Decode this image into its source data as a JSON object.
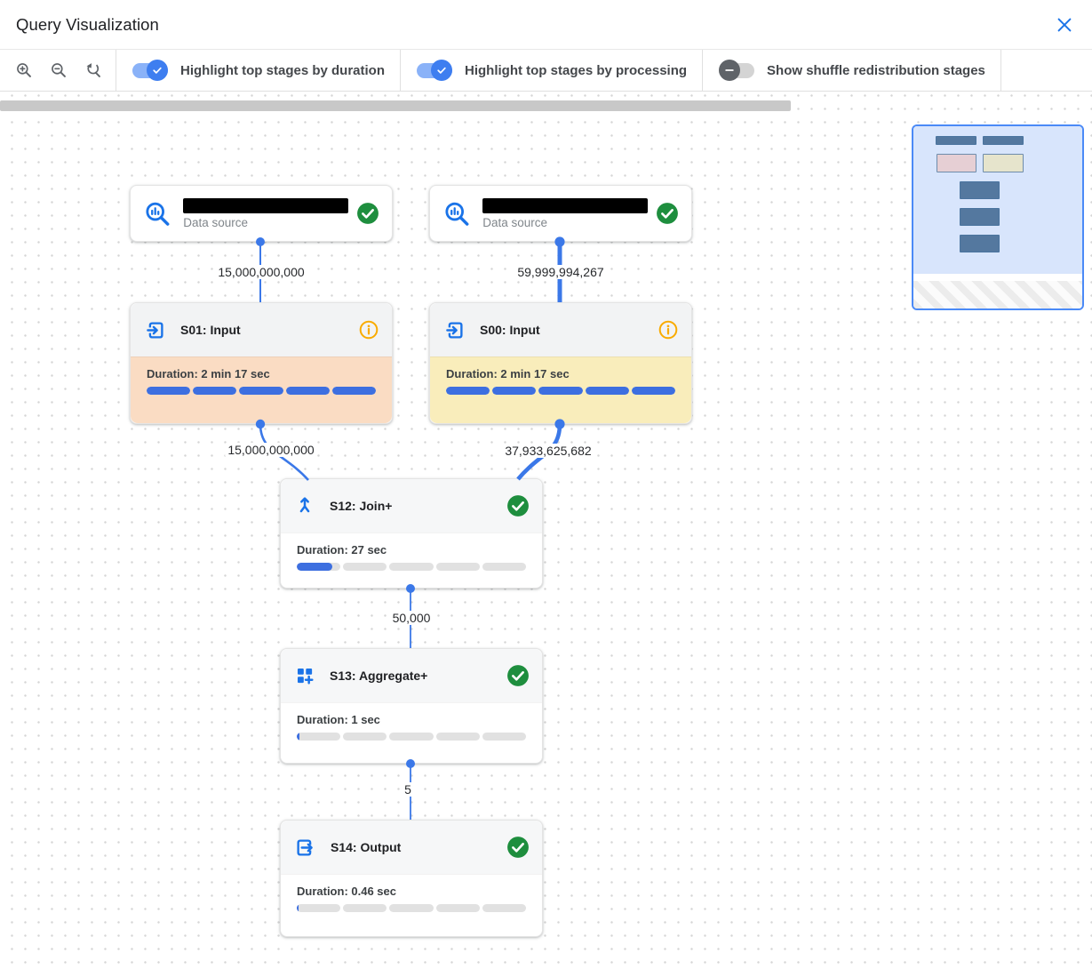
{
  "window": {
    "title": "Query Visualization",
    "close_icon": "close-icon"
  },
  "toolbar": {
    "zoom_controls": [
      {
        "icon": "zoom-in-icon"
      },
      {
        "icon": "zoom-out-icon"
      },
      {
        "icon": "zoom-reset-icon"
      }
    ],
    "toggles": [
      {
        "label": "Highlight top stages by duration",
        "state": "on"
      },
      {
        "label": "Highlight top stages by processing",
        "state": "on"
      },
      {
        "label": "Show shuffle redistribution stages",
        "state": "off"
      }
    ]
  },
  "graph": {
    "nodes": [
      {
        "id": "ds-left",
        "type": "data-source",
        "icon": "search-chart-icon",
        "label": "Data source",
        "name_redacted": true,
        "status_icon": "check-circle-icon"
      },
      {
        "id": "ds-right",
        "type": "data-source",
        "icon": "search-chart-icon",
        "label": "Data source",
        "name_redacted": true,
        "status_icon": "check-circle-icon"
      },
      {
        "id": "s01",
        "type": "stage",
        "icon": "input-icon",
        "title": "S01: Input",
        "status_icon": "info-icon",
        "duration_label": "Duration: 2 min 17 sec",
        "progress_segments": [
          100,
          100,
          100,
          100,
          100
        ],
        "highlight": "duration-top"
      },
      {
        "id": "s00",
        "type": "stage",
        "icon": "input-icon",
        "title": "S00: Input",
        "status_icon": "info-icon",
        "duration_label": "Duration: 2 min 17 sec",
        "progress_segments": [
          100,
          100,
          100,
          100,
          100
        ],
        "highlight": "processing-top"
      },
      {
        "id": "s12",
        "type": "stage",
        "icon": "join-merge-icon",
        "title": "S12: Join+",
        "status_icon": "check-circle-icon",
        "duration_label": "Duration: 27 sec",
        "progress_segments": [
          82,
          0,
          0,
          0,
          0
        ],
        "highlight": "none"
      },
      {
        "id": "s13",
        "type": "stage",
        "icon": "aggregate-icon",
        "title": "S13: Aggregate+",
        "status_icon": "check-circle-icon",
        "duration_label": "Duration: 1 sec",
        "progress_segments": [
          7,
          0,
          0,
          0,
          0
        ],
        "highlight": "none"
      },
      {
        "id": "s14",
        "type": "stage",
        "icon": "output-icon",
        "title": "S14: Output",
        "status_icon": "check-circle-icon",
        "duration_label": "Duration: 0.46 sec",
        "progress_segments": [
          4,
          0,
          0,
          0,
          0
        ],
        "highlight": "none"
      }
    ],
    "edges": [
      {
        "from": "ds-left",
        "to": "s01",
        "label": "15,000,000,000"
      },
      {
        "from": "ds-right",
        "to": "s00",
        "label": "59,999,994,267"
      },
      {
        "from": "s01",
        "to": "s12",
        "label": "15,000,000,000"
      },
      {
        "from": "s00",
        "to": "s12",
        "label": "37,933,625,682"
      },
      {
        "from": "s12",
        "to": "s13",
        "label": "50,000"
      },
      {
        "from": "s13",
        "to": "s14",
        "label": "5"
      }
    ]
  },
  "colors": {
    "accent_blue": "#1a73e8",
    "edge_blue": "#3b78e8",
    "progress_blue": "#3d6fe0",
    "success_green": "#1e8e3e",
    "info_amber": "#f9ab00",
    "duration_highlight_bg": "#fadcc3",
    "processing_highlight_bg": "#f9edbb",
    "minimap_border": "#4b8af7",
    "minimap_viewport": "#d8e5fc"
  }
}
